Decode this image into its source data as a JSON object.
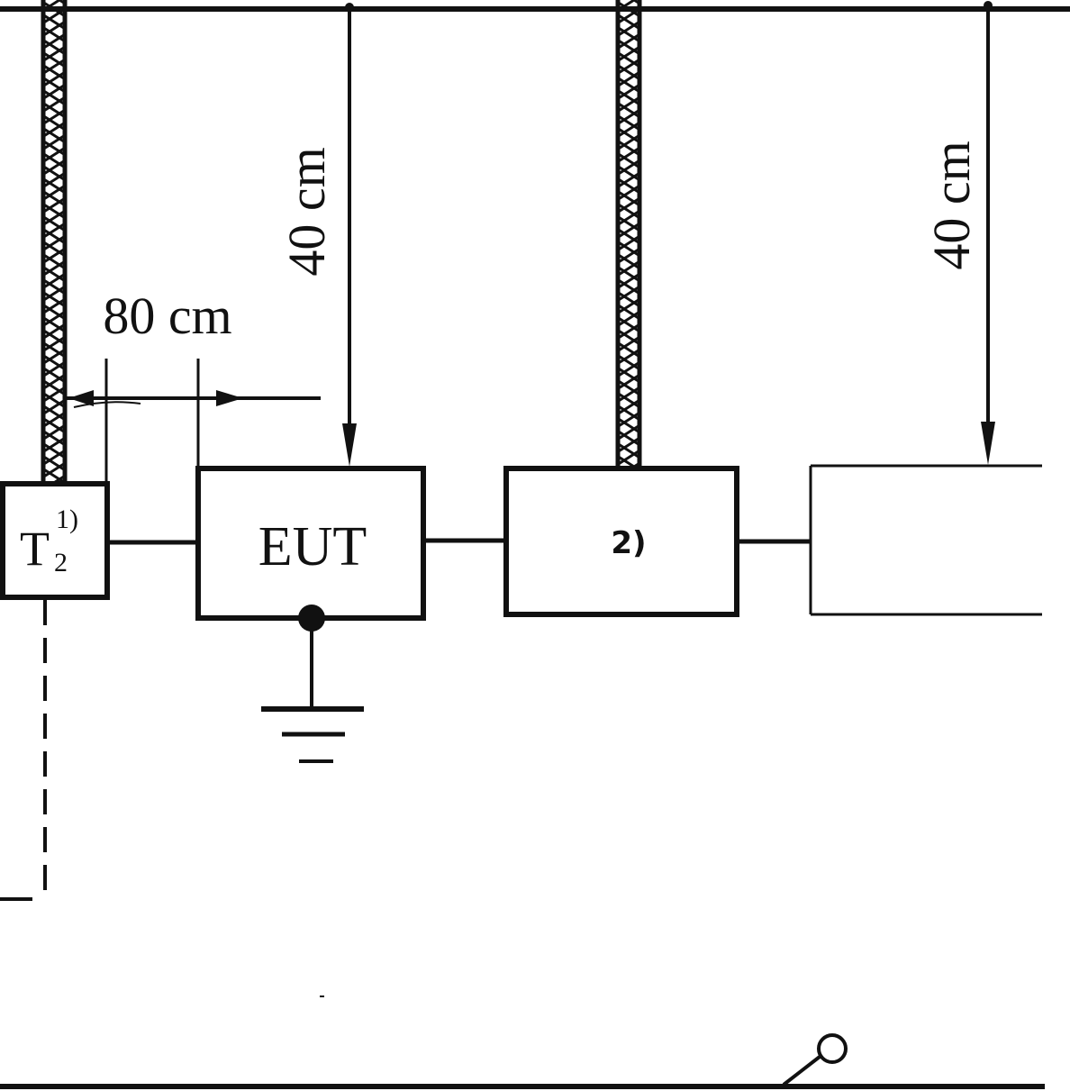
{
  "labels": {
    "dim_vertical_left": "40 cm",
    "dim_vertical_right": "40 cm",
    "dim_horizontal": "80 cm",
    "t2_main": "T",
    "t2_sub": "2",
    "t2_note": "1)",
    "eut": "EUT",
    "box2_note": "2)"
  },
  "colors": {
    "ink": "#111111",
    "background": "#ffffff"
  },
  "icons": {
    "ground": "ground-symbol-icon",
    "terminal": "open-circle-terminal-icon"
  }
}
